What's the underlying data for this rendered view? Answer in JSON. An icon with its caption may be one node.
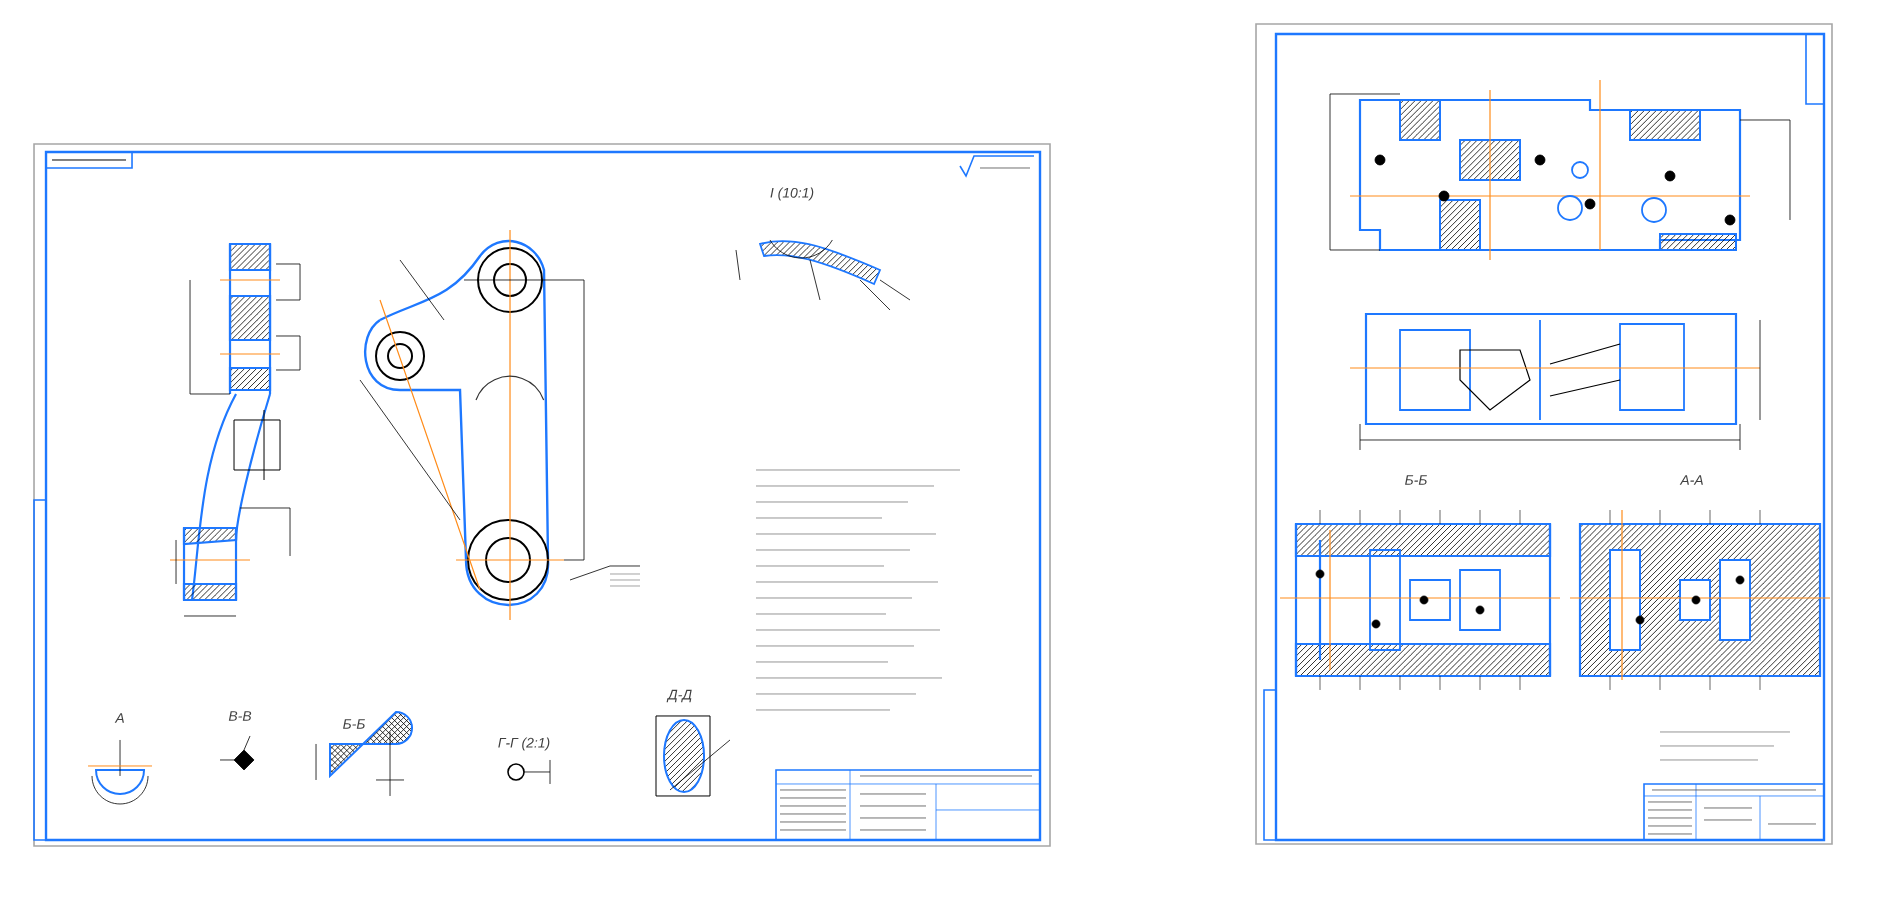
{
  "diagram": {
    "labels": [
      "I (10:1)",
      "А",
      "В-В",
      "Б-Б",
      "Г-Г (2:1)",
      "Д-Д",
      "Б-Б",
      "А-А"
    ]
  }
}
